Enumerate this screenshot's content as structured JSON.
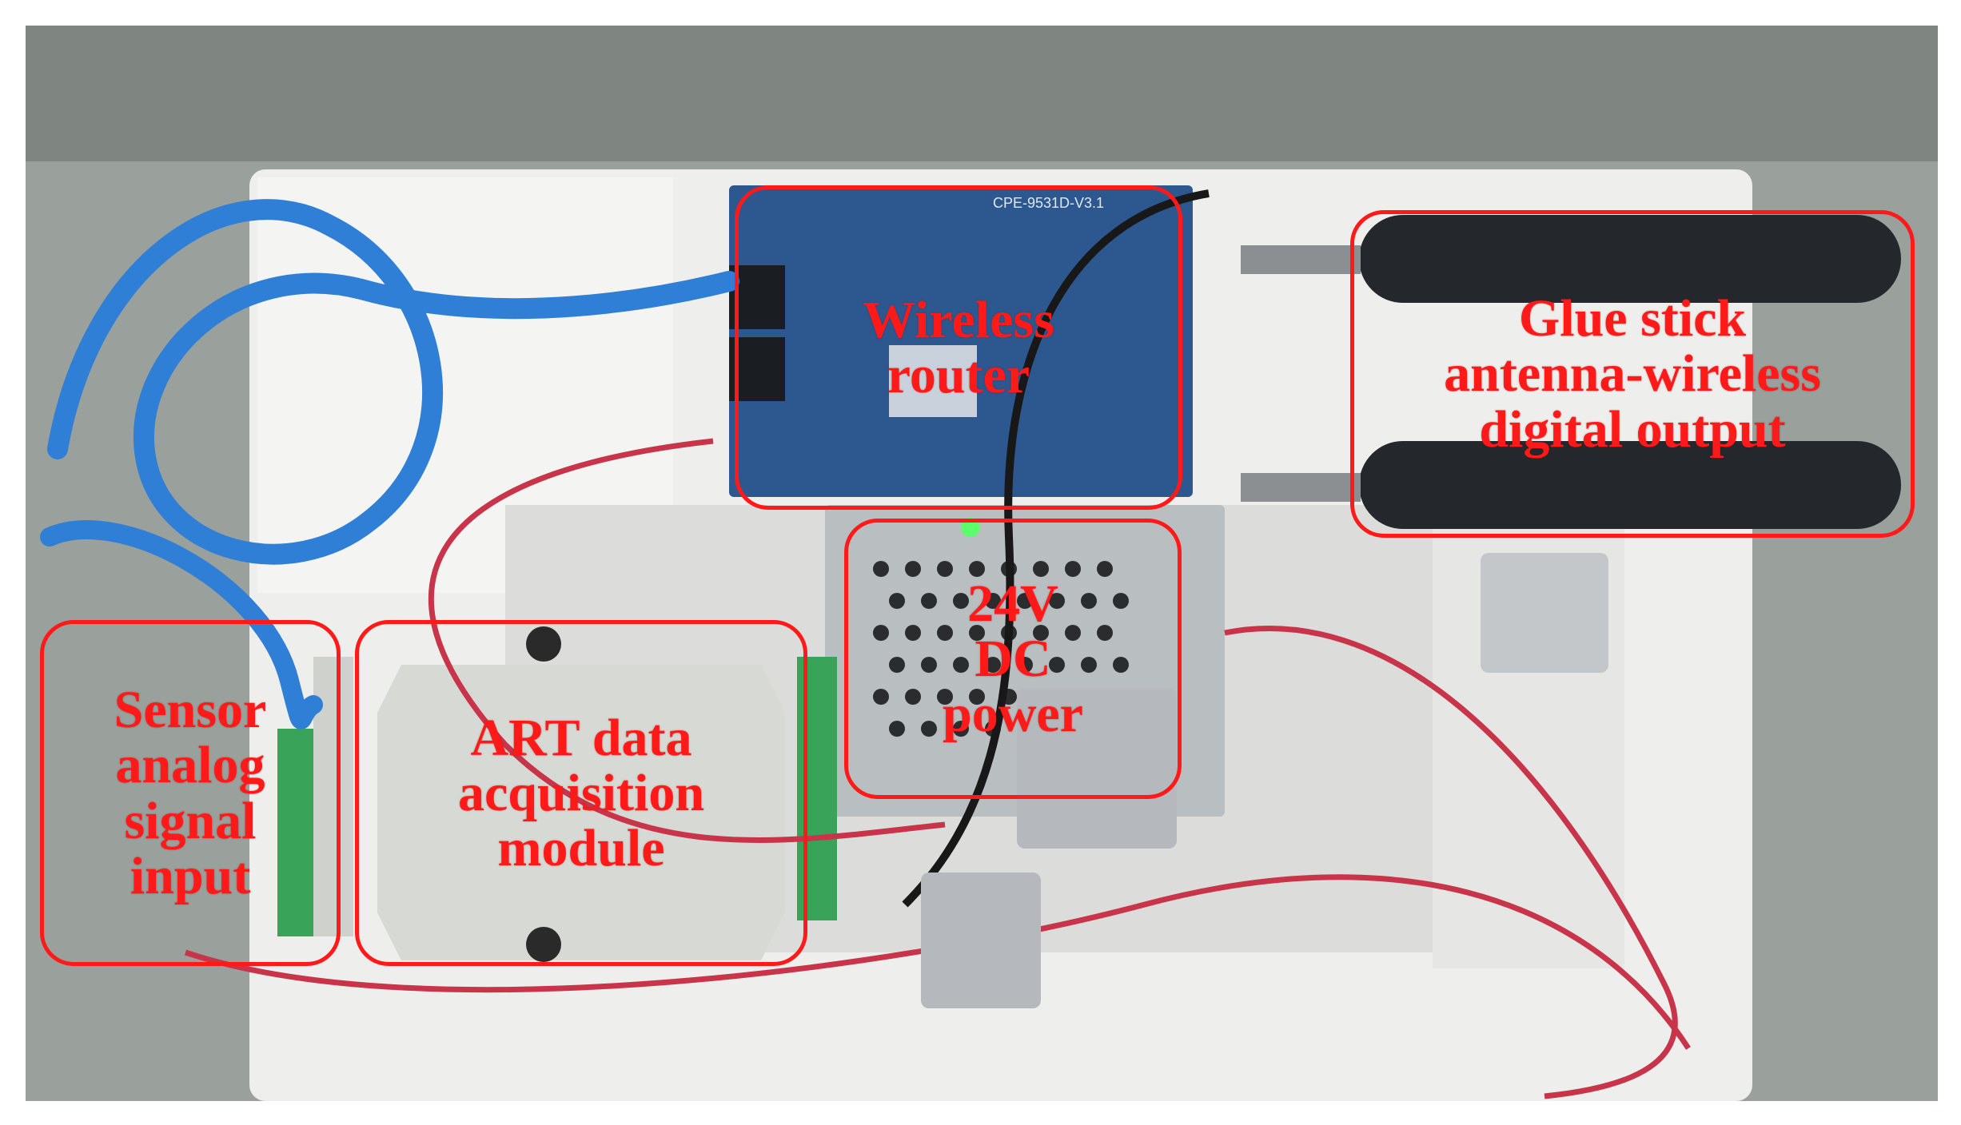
{
  "image": {
    "description_colors": {
      "callout": "#ff1a1a",
      "foam": "#f2f2f2",
      "cable_blue": "#2f7fd6",
      "pcb_blue": "#274f8c",
      "psu_metal": "#bfc4c6",
      "module_gray": "#d9dbd6"
    }
  },
  "callouts": {
    "router": {
      "label": "Wireless\nrouter"
    },
    "antenna": {
      "label": "Glue stick\nantenna-wireless\ndigital output"
    },
    "power": {
      "label": "24V\nDC\npower"
    },
    "sensor": {
      "label": "Sensor\nanalog\nsignal\ninput"
    },
    "art": {
      "label": "ART data\nacquisition\nmodule"
    }
  },
  "board_text": {
    "router_board": "CPE-9531D-V3.1"
  }
}
